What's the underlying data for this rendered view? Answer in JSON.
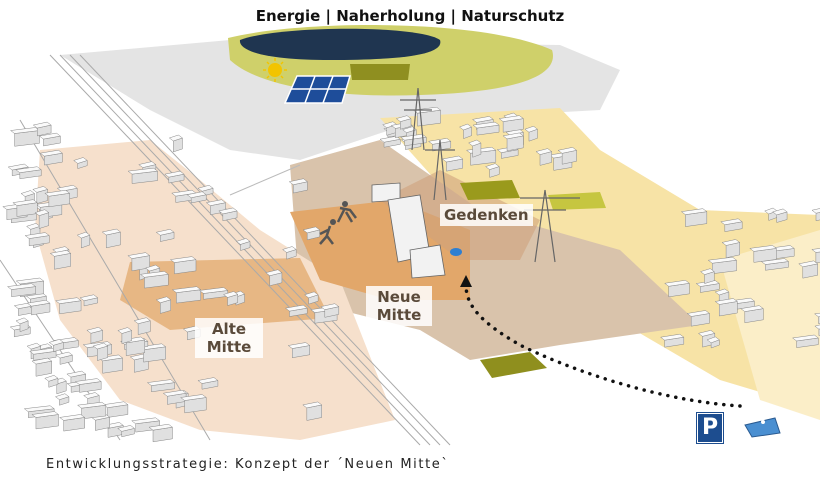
{
  "title": "Energie | Naherholung | Naturschutz",
  "labels": {
    "alte_mitte": [
      "Alte",
      "Mitte"
    ],
    "neue_mitte": [
      "Neue",
      "Mitte"
    ],
    "gedenken": "Gedenken"
  },
  "parking_symbol": "P",
  "caption": "Entwicklungsstrategie: Konzept der ´Neuen Mitte`",
  "colors": {
    "peach": "#f6e0cc",
    "orange": "#e2a76a",
    "brown": "#d9c3ab",
    "yellow": "#f7e3a6",
    "green": "#c9c95a",
    "lake": "#1f3550",
    "solar": "#1e4d9a",
    "parking": "#1d4d8f"
  }
}
